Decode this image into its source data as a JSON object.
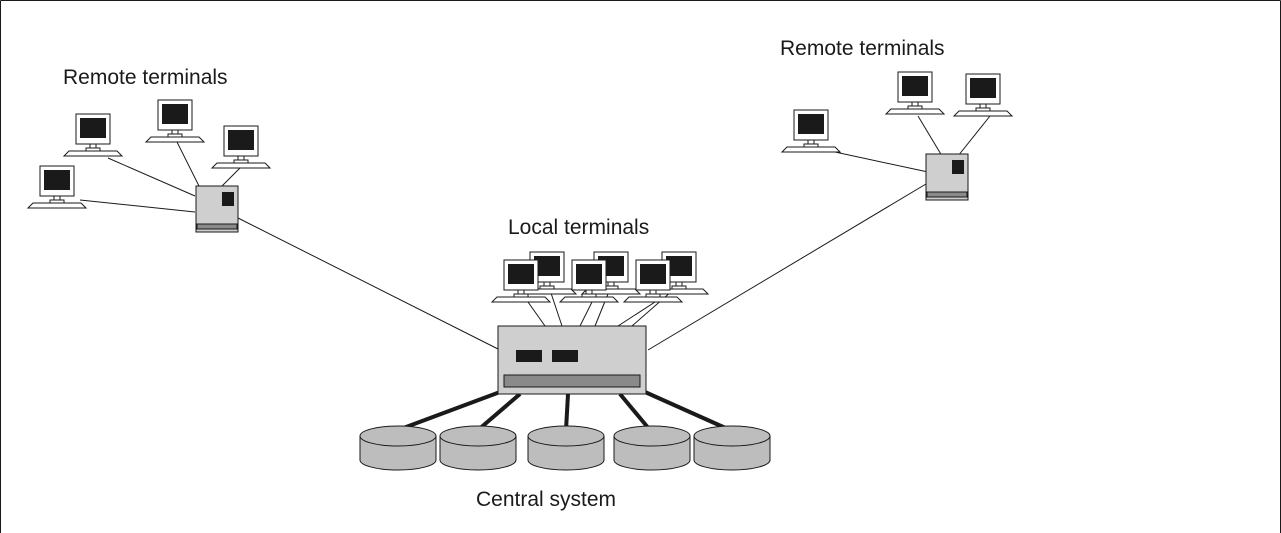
{
  "labels": {
    "remote_left": "Remote terminals",
    "remote_right": "Remote terminals",
    "local": "Local terminals",
    "central": "Central system"
  },
  "colors": {
    "line": "#1a1a1a",
    "monitor_screen": "#1a1a1a",
    "device_fill": "#cfcfcf",
    "disk_fill": "#bdbdbd",
    "slot_fill": "#8a8a8a"
  },
  "icons": [
    "computer-terminal-icon",
    "controller-box-icon",
    "mainframe-icon",
    "disk-drive-icon"
  ]
}
